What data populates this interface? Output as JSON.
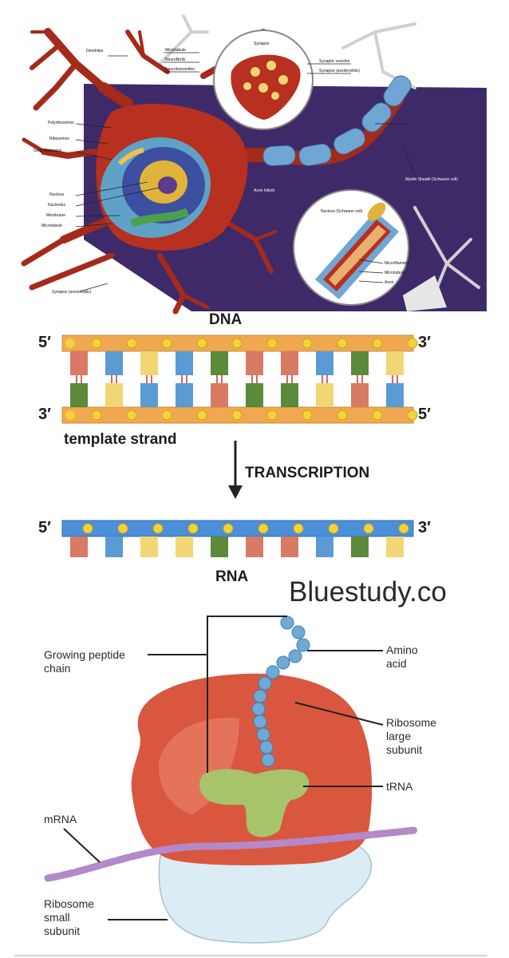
{
  "neuron": {
    "labels": {
      "dendrites": "Dendrites",
      "microtubule": "Microtubule",
      "neurofibrils": "Neurofibrils",
      "neurotransmitter": "Neurotransmitter",
      "synapse": "Synapse",
      "synaptic_vesicles": "Synaptic vesicles",
      "synapse_axodendritic": "Synapse (axodendritic)",
      "polyribosomes": "Polyribosomes",
      "ribosomes": "Ribosomes",
      "golgi": "Golgi apparatus",
      "nucleus": "Nucleus",
      "nucleolus": "Nucleolus",
      "membrane": "Membrane",
      "microtubule2": "Microtubule",
      "axon_hillock": "Axon hillock",
      "myelin_sheath": "Myelin Sheath (Schwann cell)",
      "nucleus_schwann": "Nucleus (Schwann cell)",
      "microfilament": "Microfilament",
      "microtubule3": "Microtubule",
      "axon": "Axon",
      "synapse_axosomatic": "Synapse (axosomatic)"
    }
  },
  "dna": {
    "title": "DNA",
    "left_top": "5′",
    "right_top": "3′",
    "left_bottom": "3′",
    "right_bottom": "5′",
    "template_label": "template strand",
    "top_bases": [
      "#d97a64",
      "#5b9bd5",
      "#f2d675",
      "#5b9bd5",
      "#5a8a3a",
      "#d97a64",
      "#d97a64",
      "#5b9bd5",
      "#5a8a3a",
      "#f2d675"
    ],
    "bottom_bases": [
      "#5a8a3a",
      "#f2d675",
      "#5b9bd5",
      "#5b9bd5",
      "#d97a64",
      "#5a8a3a",
      "#5a8a3a",
      "#f2d675",
      "#d97a64",
      "#5b9bd5"
    ]
  },
  "transcription": {
    "label": "TRANSCRIPTION"
  },
  "rna": {
    "title": "RNA",
    "left": "5′",
    "right": "3′",
    "bases": [
      "#d97a64",
      "#5b9bd5",
      "#f2d675",
      "#f2d675",
      "#5a8a3a",
      "#d97a64",
      "#d97a64",
      "#5b9bd5",
      "#5a8a3a",
      "#f2d675"
    ]
  },
  "watermark": "Bluestudy.co",
  "translation": {
    "growing_chain": "Growing peptide\nchain",
    "amino_acid": "Amino\nacid",
    "large_subunit": "Ribosome\nlarge\nsubunit",
    "trna": "tRNA",
    "mrna": "mRNA",
    "small_subunit": "Ribosome\nsmall\nsubunit"
  },
  "colors": {
    "dna_backbone": "#f0a950",
    "rna_backbone": "#4a8fd8",
    "phosphate": "#f5d23a",
    "ribosome_large": "#d9573f",
    "ribosome_small": "#dcecf5",
    "trna": "#a8c46a",
    "amino": "#6fa9d6",
    "mrna": "#b389c9",
    "neuron": "#b8301f",
    "neuron_bg": "#3e2a68"
  }
}
